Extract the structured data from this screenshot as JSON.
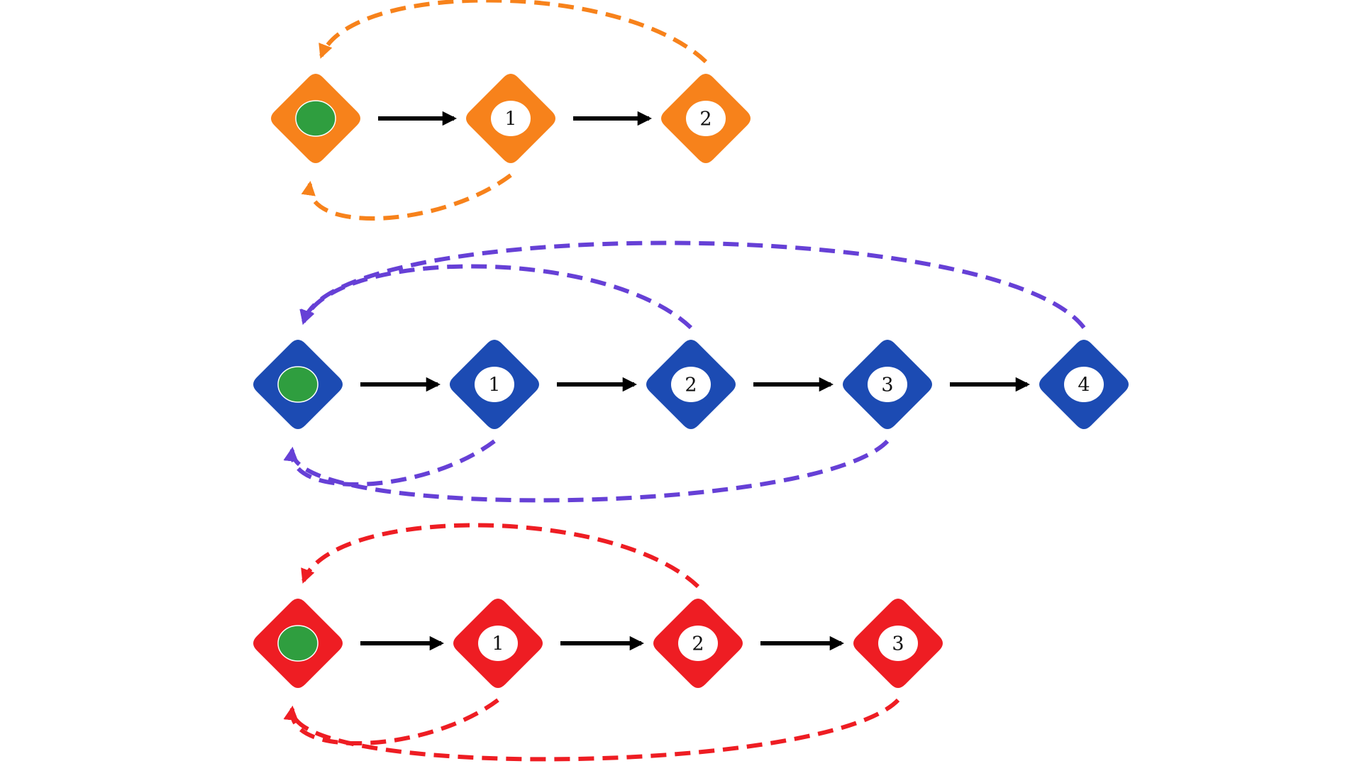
{
  "colors": {
    "orange": "#f7821b",
    "blue": "#1c4bb3",
    "purple": "#6640d6",
    "red": "#ee1d23",
    "start_dot": "#2f9e3f",
    "forward_arrow": "#000000"
  },
  "rows": [
    {
      "id": "orange",
      "node_color": "#f7821b",
      "back_color": "#f7821b",
      "nodes": [
        {
          "label": "",
          "start": true
        },
        {
          "label": "1",
          "start": false
        },
        {
          "label": "2",
          "start": false
        }
      ],
      "back_edges": [
        {
          "from": 2,
          "to": 0,
          "side": "top"
        },
        {
          "from": 1,
          "to": 0,
          "side": "bottom"
        }
      ]
    },
    {
      "id": "blue",
      "node_color": "#1c4bb3",
      "back_color": "#6640d6",
      "nodes": [
        {
          "label": "",
          "start": true
        },
        {
          "label": "1",
          "start": false
        },
        {
          "label": "2",
          "start": false
        },
        {
          "label": "3",
          "start": false
        },
        {
          "label": "4",
          "start": false
        }
      ],
      "back_edges": [
        {
          "from": 2,
          "to": 0,
          "side": "top"
        },
        {
          "from": 4,
          "to": 0,
          "side": "top"
        },
        {
          "from": 1,
          "to": 0,
          "side": "bottom"
        },
        {
          "from": 3,
          "to": 0,
          "side": "bottom"
        }
      ]
    },
    {
      "id": "red",
      "node_color": "#ee1d23",
      "back_color": "#ee1d23",
      "nodes": [
        {
          "label": "",
          "start": true
        },
        {
          "label": "1",
          "start": false
        },
        {
          "label": "2",
          "start": false
        },
        {
          "label": "3",
          "start": false
        }
      ],
      "back_edges": [
        {
          "from": 2,
          "to": 0,
          "side": "top"
        },
        {
          "from": 1,
          "to": 0,
          "side": "bottom"
        },
        {
          "from": 3,
          "to": 0,
          "side": "bottom"
        }
      ]
    }
  ]
}
